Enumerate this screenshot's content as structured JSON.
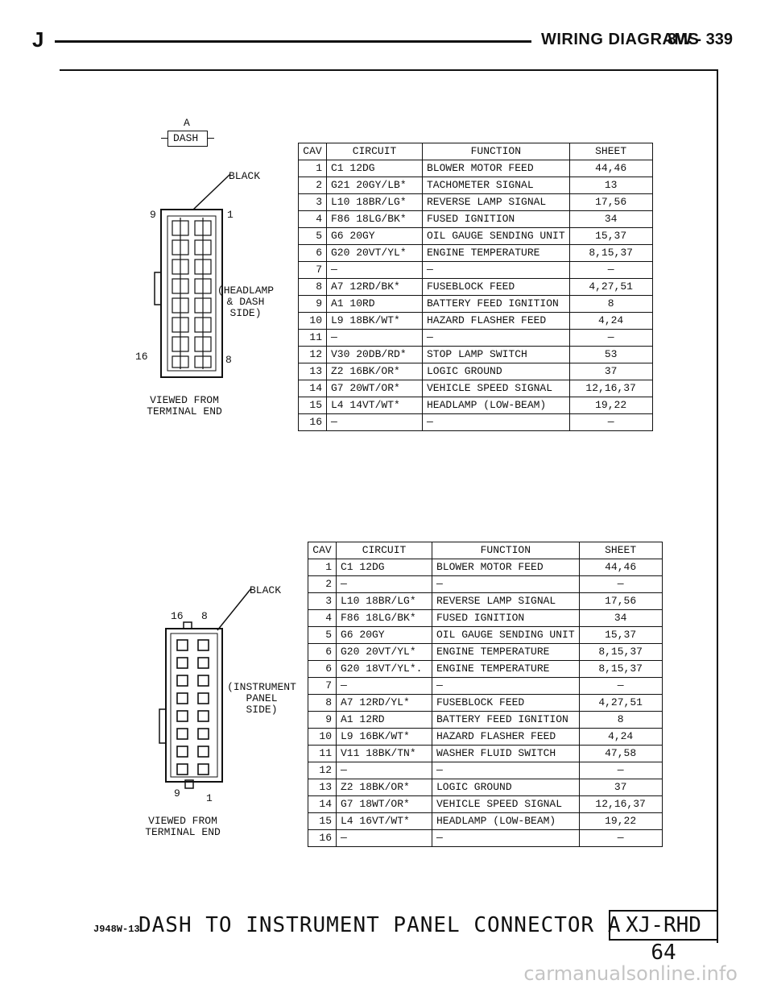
{
  "header": {
    "letter": "J",
    "title": "WIRING DIAGRAMS",
    "page": "8W - 339"
  },
  "connector_dash": {
    "top_label": "A",
    "box_label": "DASH",
    "color_label": "BLACK",
    "pin_labels": [
      "9",
      "1",
      "16",
      "8"
    ],
    "side_label": [
      "(HEADLAMP",
      "& DASH",
      "SIDE)"
    ],
    "view_label": [
      "VIEWED FROM",
      "TERMINAL END"
    ]
  },
  "connector_panel": {
    "color_label": "BLACK",
    "pin_labels": [
      "16",
      "8",
      "9",
      "1"
    ],
    "side_label": [
      "(INSTRUMENT",
      "PANEL",
      "SIDE)"
    ],
    "view_label": [
      "VIEWED FROM",
      "TERMINAL END"
    ]
  },
  "table_columns": [
    "CAV",
    "CIRCUIT",
    "FUNCTION",
    "SHEET"
  ],
  "table_dash": [
    [
      "1",
      "C1 12DG",
      "BLOWER MOTOR FEED",
      "44,46"
    ],
    [
      "2",
      "G21 20GY/LB*",
      "TACHOMETER SIGNAL",
      "13"
    ],
    [
      "3",
      "L10 18BR/LG*",
      "REVERSE LAMP SIGNAL",
      "17,56"
    ],
    [
      "4",
      "F86 18LG/BK*",
      "FUSED IGNITION",
      "34"
    ],
    [
      "5",
      "G6 20GY",
      "OIL GAUGE SENDING UNIT",
      "15,37"
    ],
    [
      "6",
      "G20 20VT/YL*",
      "ENGINE TEMPERATURE",
      "8,15,37"
    ],
    [
      "7",
      "—",
      "—",
      "—"
    ],
    [
      "8",
      "A7 12RD/BK*",
      "FUSEBLOCK FEED",
      "4,27,51"
    ],
    [
      "9",
      "A1 10RD",
      "BATTERY FEED IGNITION",
      "8"
    ],
    [
      "10",
      "L9 18BK/WT*",
      "HAZARD FLASHER FEED",
      "4,24"
    ],
    [
      "11",
      "—",
      "—",
      "—"
    ],
    [
      "12",
      "V30 20DB/RD*",
      "STOP LAMP SWITCH",
      "53"
    ],
    [
      "13",
      "Z2 16BK/OR*",
      "LOGIC GROUND",
      "37"
    ],
    [
      "14",
      "G7 20WT/OR*",
      "VEHICLE SPEED SIGNAL",
      "12,16,37"
    ],
    [
      "15",
      "L4 14VT/WT*",
      "HEADLAMP (LOW-BEAM)",
      "19,22"
    ],
    [
      "16",
      "—",
      "—",
      "—"
    ]
  ],
  "table_panel": [
    [
      "1",
      "C1 12DG",
      "BLOWER MOTOR FEED",
      "44,46"
    ],
    [
      "2",
      "—",
      "—",
      "—"
    ],
    [
      "3",
      "L10 18BR/LG*",
      "REVERSE LAMP SIGNAL",
      "17,56"
    ],
    [
      "4",
      "F86 18LG/BK*",
      "FUSED IGNITION",
      "34"
    ],
    [
      "5",
      "G6 20GY",
      "OIL GAUGE SENDING UNIT",
      "15,37"
    ],
    [
      "6",
      "G20 20VT/YL*",
      "ENGINE TEMPERATURE",
      "8,15,37"
    ],
    [
      "6",
      "G20 18VT/YL*.",
      "ENGINE TEMPERATURE",
      "8,15,37"
    ],
    [
      "7",
      "—",
      "—",
      "—"
    ],
    [
      "8",
      "A7 12RD/YL*",
      "FUSEBLOCK FEED",
      "4,27,51"
    ],
    [
      "9",
      "A1 12RD",
      "BATTERY FEED IGNITION",
      "8"
    ],
    [
      "10",
      "L9 16BK/WT*",
      "HAZARD FLASHER FEED",
      "4,24"
    ],
    [
      "11",
      "V11 18BK/TN*",
      "WASHER FLUID SWITCH",
      "47,58"
    ],
    [
      "12",
      "—",
      "—",
      "—"
    ],
    [
      "13",
      "Z2 18BK/OR*",
      "LOGIC GROUND",
      "37"
    ],
    [
      "14",
      "G7 18WT/OR*",
      "VEHICLE SPEED SIGNAL",
      "12,16,37"
    ],
    [
      "15",
      "L4 16VT/WT*",
      "HEADLAMP (LOW-BEAM)",
      "19,22"
    ],
    [
      "16",
      "—",
      "—",
      "—"
    ]
  ],
  "footer": {
    "figure_id": "J948W-13",
    "caption": "DASH TO INSTRUMENT PANEL CONNECTOR A",
    "code": "XJ-RHD 64"
  },
  "watermark": "carmanualsonline.info"
}
